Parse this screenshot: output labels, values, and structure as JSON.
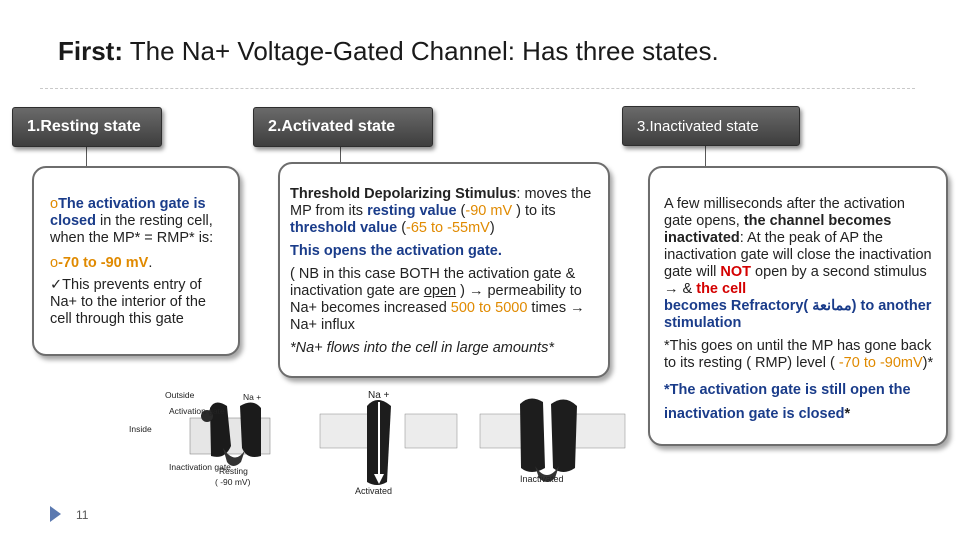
{
  "title": {
    "bold": "First:",
    "rest": " The Na+ Voltage-Gated  Channel: Has three states."
  },
  "states": {
    "resting": {
      "label": "1.Resting state"
    },
    "activated": {
      "label": "2.Activated state"
    },
    "inactivated": {
      "label": "3.Inactivated state"
    }
  },
  "panel1": {
    "bullet1_marker": "o",
    "bullet1_bold": "The activation gate is closed",
    "bullet1_rest": " in the resting cell, when the MP* = RMP* is:",
    "bullet2_marker": "o",
    "bullet2_value": "-70 to  -90  mV",
    "bullet2_end": ".",
    "bullet3_marker": "✓",
    "bullet3_text": "This prevents entry of Na+ to the interior of the cell through this gate"
  },
  "panel2": {
    "p1_bold": "Threshold Depolarizing Stimulus",
    "p1_a": ": moves the MP from its ",
    "p1_resting": "resting value",
    "p1_b": " (",
    "p1_rv": "-90 mV",
    "p1_c": " ) to its ",
    "p1_threshold": "threshold value",
    "p1_d": " (",
    "p1_tv": "-65 to -55mV",
    "p1_e": ")",
    "p2": "This opens the activation gate.",
    "p3_a": "( NB in this case BOTH the activation gate & inactivation gate are ",
    "p3_open": "open",
    "p3_b": " ) ",
    "p3_arrow": "→",
    "p3_c": " permeability to Na+ becomes increased ",
    "p3_range": "500 to 5000",
    "p3_d": " times ",
    "p3_e": " Na+ influx",
    "p4": "*Na+ flows into the cell in large amounts*"
  },
  "panel3": {
    "p1_a": "A few milliseconds after the activation gate opens, ",
    "p1_bold": "the channel becomes inactivated",
    "p1_b": ": At the peak of AP the inactivation gate will close the inactivation gate will ",
    "p1_not": "NOT",
    "p1_c": " open by a second stimulus ",
    "p1_arrow": "→",
    "p1_d": " & ",
    "p1_cell": "the cell",
    "p1_refr": "becomes Refractory( ممانعة) to another stimulation",
    "p2_a": "*This goes on until the MP has gone back to its resting ( RMP) level ( ",
    "p2_val": "-70 to -90mV",
    "p2_b": ")*",
    "p3": "*The activation gate is still open the inactivation gate is closed",
    "p3_end": "*"
  },
  "diagram": {
    "outside": "Outside",
    "activation_gate": "Activation gate",
    "na_plus": "Na +",
    "inside": "Inside",
    "inactivation_gate": "Inactivation gate",
    "resting": "Resting",
    "resting_mv": "( -90 mV)",
    "na_plus_2": "Na +",
    "activated": "Activated",
    "inactivated": "Inactivated"
  },
  "footer": {
    "page_number": "11"
  },
  "colors": {
    "header_bg": "#4e4e4e",
    "emphasis_blue": "#1a3c8a",
    "value_orange": "#e08a00",
    "alert_red": "#d40000",
    "footer_marker": "#5b79b0"
  }
}
